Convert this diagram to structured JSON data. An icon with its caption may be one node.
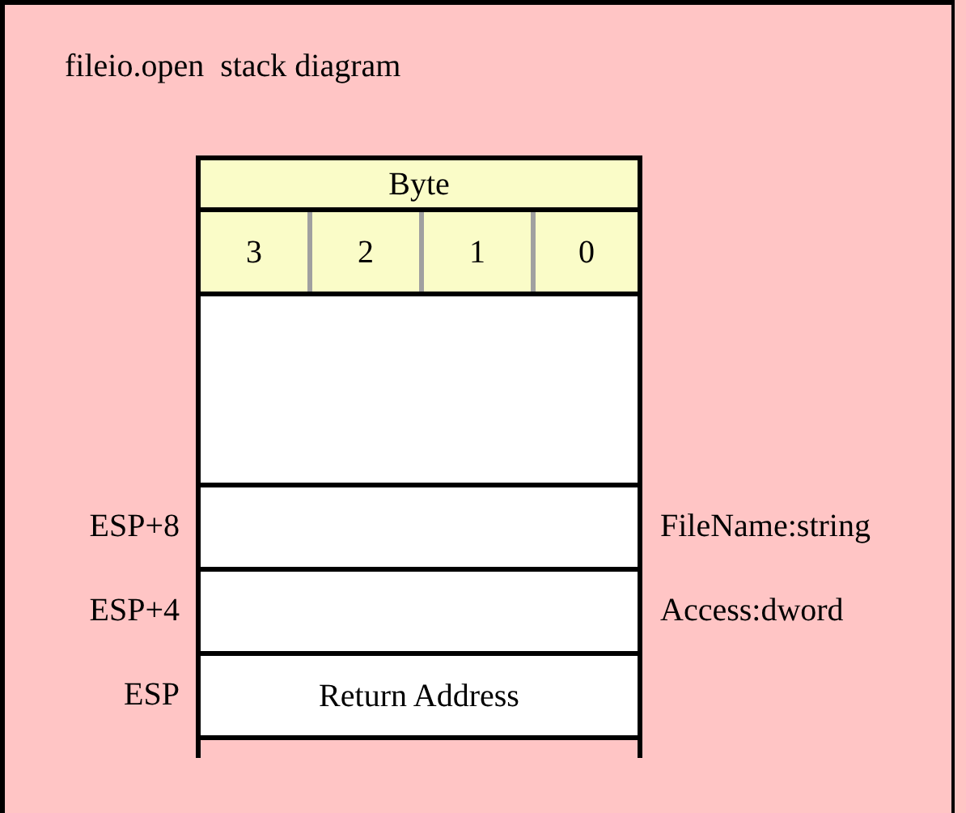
{
  "diagram": {
    "title": "fileio.open  stack diagram",
    "nodes": [
      {
        "text": [
          "Byte"
        ]
      },
      {
        "text": [
          "3"
        ]
      },
      {
        "text": [
          "2"
        ]
      },
      {
        "text": [
          "1"
        ]
      },
      {
        "text": [
          "0"
        ]
      },
      {
        "text": [],
        "shape": "box"
      },
      {
        "text": [],
        "shape": "box",
        "beside": [
          "ESP+8",
          "FileName:string"
        ]
      },
      {
        "text": [],
        "shape": "box",
        "beside": [
          "ESP+4",
          "Access:dword"
        ]
      },
      {
        "text": [
          "Return Address"
        ],
        "beside": [
          "ESP"
        ]
      }
    ],
    "edges": []
  }
}
